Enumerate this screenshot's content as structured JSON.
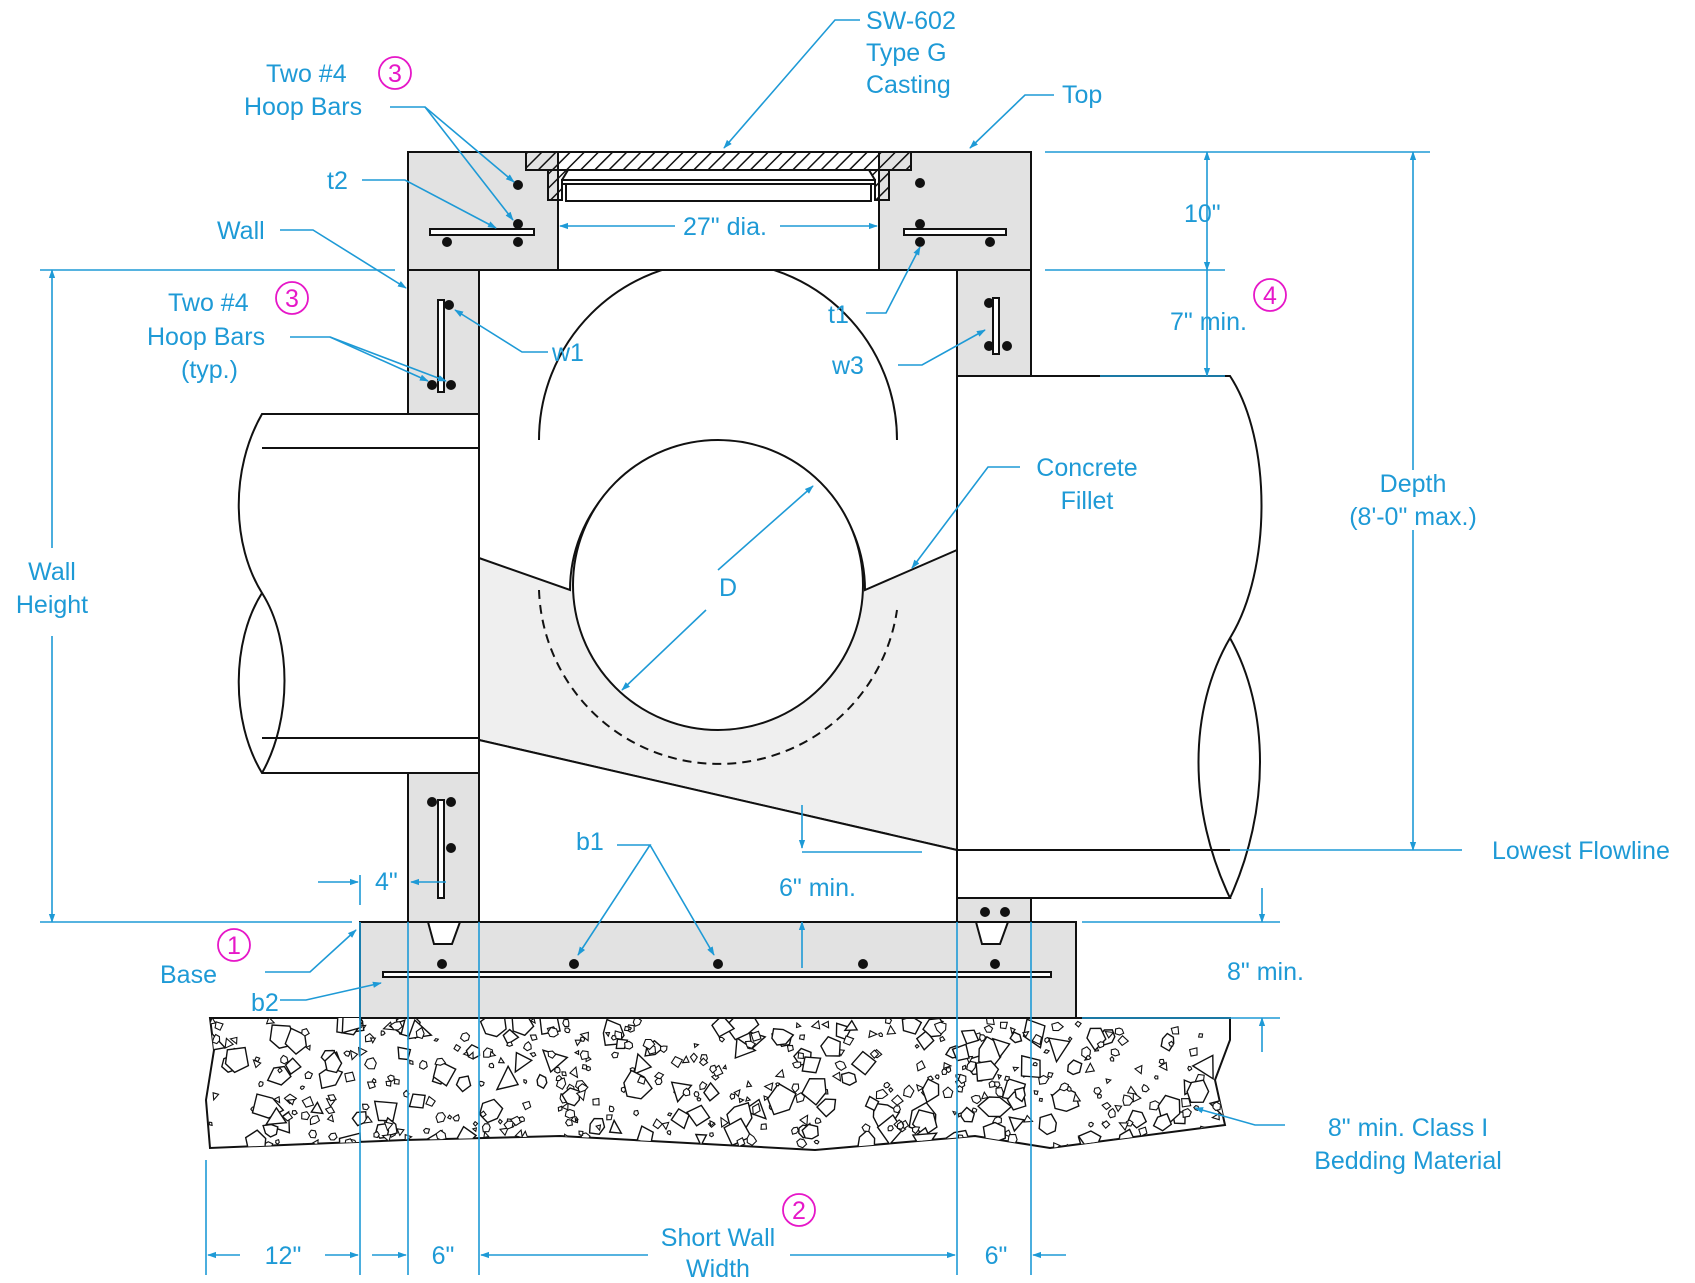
{
  "colors": {
    "dimension": "#1e9ad6",
    "callout": "#e617c8",
    "concrete": "#e2e2e2",
    "fillet": "#efefef",
    "outline": "#111111"
  },
  "labels": {
    "casting": [
      "SW-602",
      "Type G",
      "Casting"
    ],
    "top": "Top",
    "hoop_top": [
      "Two #4",
      "Hoop Bars"
    ],
    "hoop_wall": [
      "Two #4",
      "Hoop Bars",
      "(typ.)"
    ],
    "t2": "t2",
    "wall": "Wall",
    "opening": "27\" dia.",
    "t1": "t1",
    "w1": "w1",
    "w3": "w3",
    "dim_10": "10\"",
    "dim_7": "7\" min.",
    "depth": [
      "Depth",
      "(8'-0\" max.)"
    ],
    "concrete_fillet": [
      "Concrete",
      "Fillet"
    ],
    "diameter": "D",
    "wall_height": [
      "Wall",
      "Height"
    ],
    "lowest_flowline": "Lowest Flowline",
    "b1": "b1",
    "dim_4": "4\"",
    "dim_6_min": "6\" min.",
    "base": "Base",
    "b2": "b2",
    "dim_8_min": "8\" min.",
    "bedding": [
      "8\" min. Class I",
      "Bedding Material"
    ],
    "dim_12": "12\"",
    "dim_6_left": "6\"",
    "short_wall": [
      "Short Wall",
      "Width"
    ],
    "dim_6_right": "6\""
  },
  "callouts": {
    "base_num": "1",
    "short_wall_num": "2",
    "hoop_top_num": "3",
    "hoop_wall_num": "3",
    "dim_7_num": "4"
  }
}
